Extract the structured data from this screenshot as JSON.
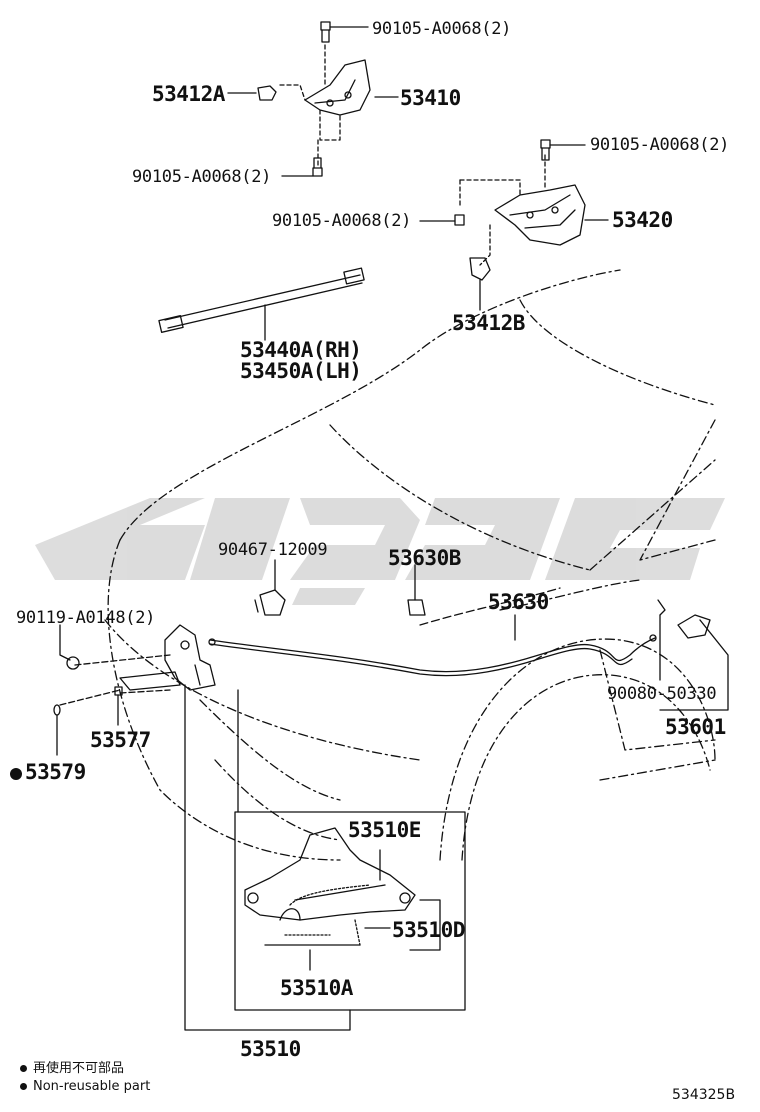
{
  "parts": {
    "bolt_top": "90105-A0068(2)",
    "clip_53412a": "53412A",
    "hinge_53410": "53410",
    "bolt_mid_left": "90105-A0068(2)",
    "bolt_right_top": "90105-A0068(2)",
    "hinge_53420": "53420",
    "bolt_right_mid": "90105-A0068(2)",
    "clip_53412b": "53412B",
    "stay_rh": "53440A(RH)",
    "stay_lh": "53450A(LH)",
    "clamp_90467": "90467-12009",
    "clamp_53630b": "53630B",
    "cable_53630": "53630",
    "bolt_90119": "90119-A0148(2)",
    "cushion_53577": "53577",
    "clip_53579": "53579",
    "clip_90080": "90080-50330",
    "lever_53601": "53601",
    "spring_53510e": "53510E",
    "spring_53510d": "53510D",
    "spring_53510a": "53510A",
    "lock_53510": "53510"
  },
  "legend": {
    "jp": "再使用不可部品",
    "en": "Non-reusable part"
  },
  "diagram_code": "534325B",
  "watermark_color": "#d9d9d9",
  "line_color": "#111111"
}
